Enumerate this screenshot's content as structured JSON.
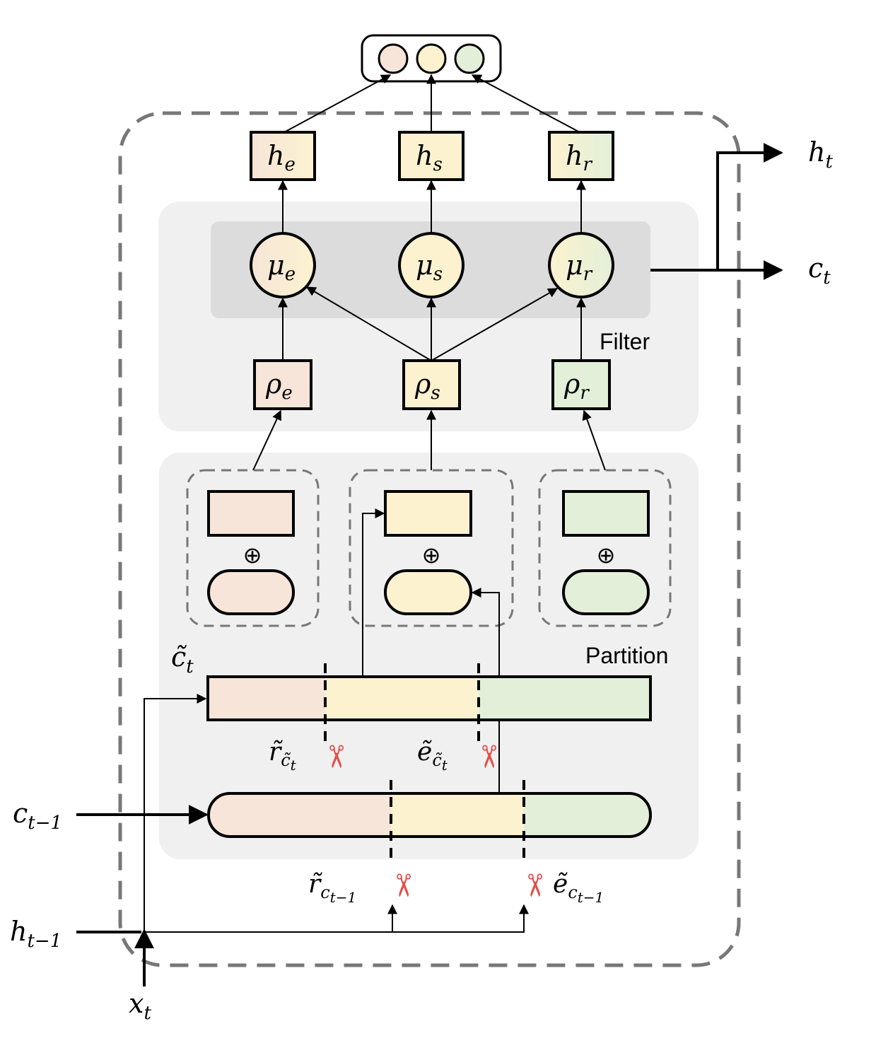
{
  "colors": {
    "peach": "#f6e5d8",
    "yellow": "#fcf2cf",
    "green": "#e3efd9",
    "panel": "#f0f0f0",
    "inner_panel": "#dcdcdc",
    "outer_dash": "#777777",
    "scissors": "#e0504a"
  },
  "hidden": [
    {
      "base": "h",
      "sub": "e"
    },
    {
      "base": "h",
      "sub": "s"
    },
    {
      "base": "h",
      "sub": "r"
    }
  ],
  "mu": [
    {
      "base": "μ",
      "sub": "e"
    },
    {
      "base": "μ",
      "sub": "s"
    },
    {
      "base": "μ",
      "sub": "r"
    }
  ],
  "rho": [
    {
      "base": "ρ",
      "sub": "e"
    },
    {
      "base": "ρ",
      "sub": "s"
    },
    {
      "base": "ρ",
      "sub": "r"
    }
  ],
  "panels": {
    "filter": "Filter",
    "partition": "Partition"
  },
  "combine_symbol": "⊕",
  "outputs": {
    "h_t": {
      "base": "h",
      "sub": "t"
    },
    "c_t": {
      "base": "c",
      "sub": "t"
    }
  },
  "inputs": {
    "c_prev": {
      "base": "c",
      "sub": "t−1"
    },
    "h_prev": {
      "base": "h",
      "sub": "t−1"
    },
    "x_t": {
      "base": "x",
      "sub": "t"
    }
  },
  "c_tilde": {
    "base": "c̃",
    "sub": "t"
  },
  "cuts": {
    "r_ct": {
      "base": "r̃",
      "sub": "c̃",
      "subsub": "t"
    },
    "e_ct": {
      "base": "ẽ",
      "sub": "c̃",
      "subsub": "t"
    },
    "r_cprev": {
      "base": "r̃",
      "sub": "c",
      "subsub": "t−1"
    },
    "e_cprev": {
      "base": "ẽ",
      "sub": "c",
      "subsub": "t−1"
    }
  },
  "icons": {
    "scissors": "scissors-icon"
  }
}
